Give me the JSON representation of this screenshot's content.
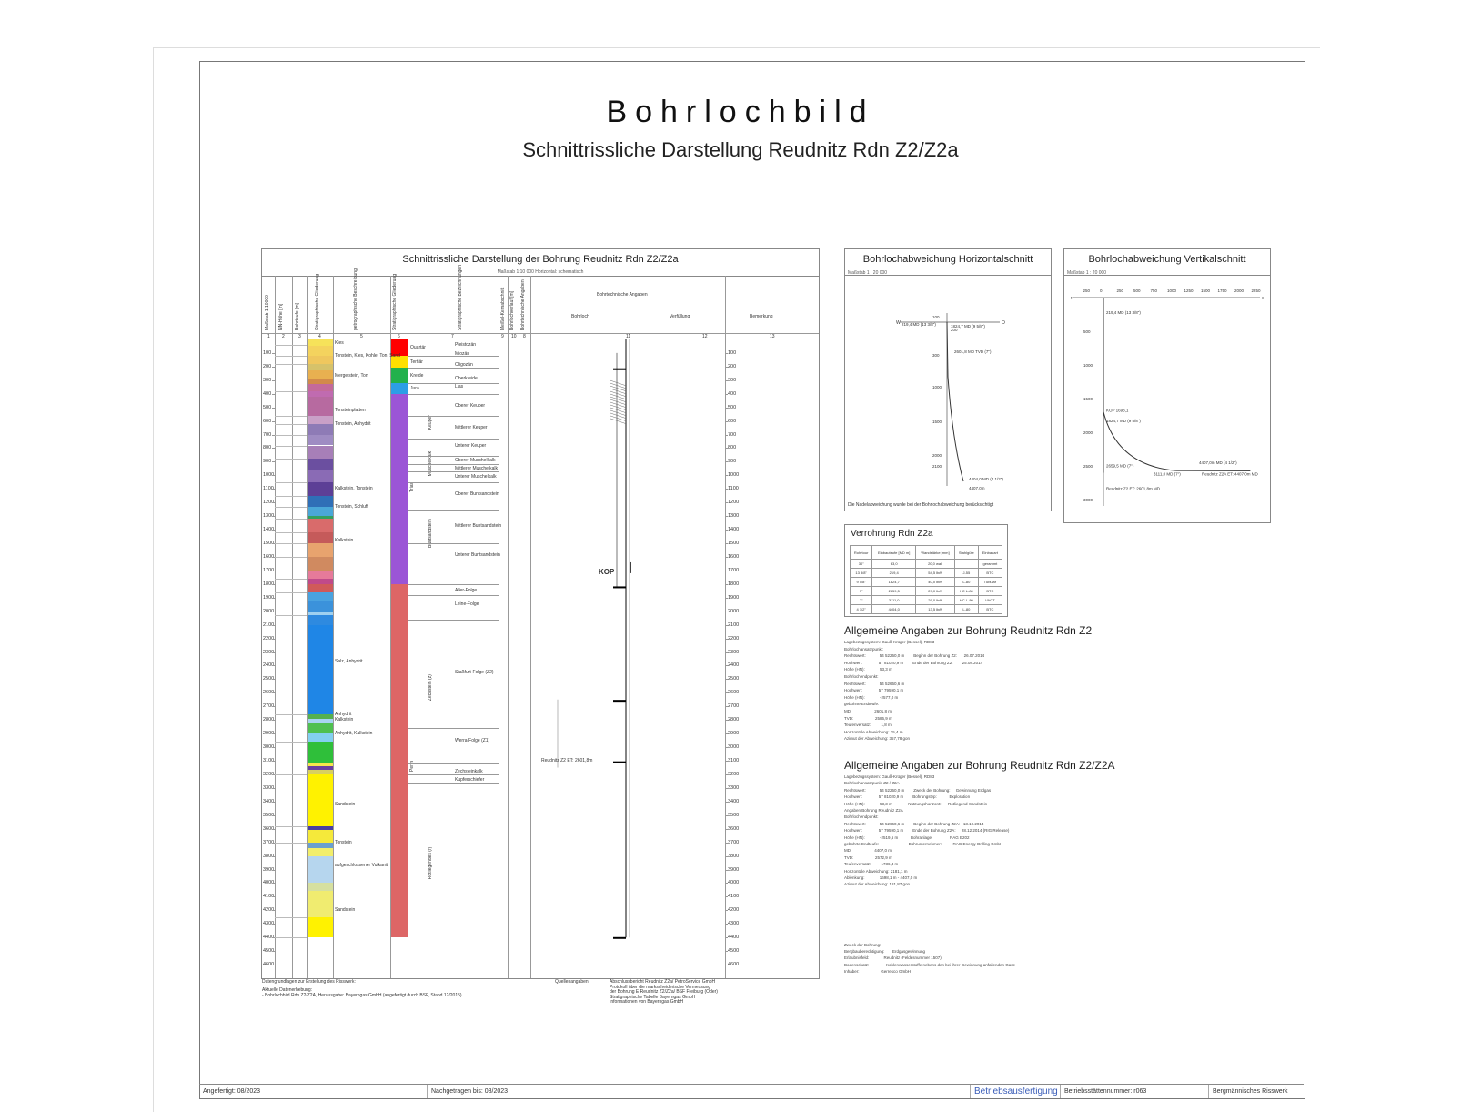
{
  "document": {
    "title": "Bohrlochbild",
    "subtitle": "Schnittrissliche Darstellung Reudnitz  Rdn Z2/Z2a"
  },
  "profile_panel": {
    "title": "Schnittrissliche  Darstellung der Bohrung Reudnitz  Rdn Z2/Z2a",
    "scale": "Maßstab 1:10 000   Horizontal: schematisch",
    "column_headers": [
      "Maßstab 1:10000",
      "NN-Höhe [m]",
      "Bohrteufe [m]",
      "Stratigraphische Gliederung",
      "petrographische Beschreibung",
      "Stratigraphische Gliederung",
      "Stratigraphische Bezeichnungen",
      "Meißel-Kernabschnitt",
      "Bohrlochverlauf [m]",
      "Bohrtechnische Angaben",
      "Bohrloch",
      "Verfüllung",
      "Bemerkung"
    ],
    "column_numbers": [
      "1",
      "2",
      "3",
      "4",
      "5",
      "6",
      "7",
      "9",
      "10",
      "8",
      "11",
      "12",
      "13"
    ],
    "depth_ticks": [
      "100",
      "200",
      "300",
      "400",
      "500",
      "600",
      "700",
      "800",
      "900",
      "1000",
      "1100",
      "1200",
      "1300",
      "1400",
      "1500",
      "1600",
      "1700",
      "1800",
      "1900",
      "2000",
      "2100",
      "2200",
      "2300",
      "2400",
      "2500",
      "2600",
      "2700",
      "2800",
      "2900",
      "3000",
      "3100",
      "3200",
      "3300",
      "3400",
      "3500",
      "3600",
      "3700",
      "3800",
      "3900",
      "4000",
      "4100",
      "4200",
      "4300",
      "4400",
      "4500",
      "4600"
    ],
    "systems": [
      "Quartär",
      "Tertiär",
      "Kreide",
      "Jura",
      "Trias",
      "Perm"
    ],
    "series_labels": [
      "Keuper",
      "Muschelkalk",
      "Buntsandstein",
      "Zechstein (z)",
      "Rotliegendes (r)"
    ],
    "formations": [
      "Pleistozän",
      "Miozän",
      "Oligozän",
      "Oberkreide",
      "Lias",
      "Oberer Keuper",
      "Mittlerer Keuper",
      "Unterer Keuper",
      "Oberer Muschelkalk",
      "Mittlerer Muschelkalk",
      "Unterer Muschelkalk",
      "Oberer Buntsandstein",
      "Mittlerer Buntsandstein",
      "Unterer Buntsandstein",
      "Aller-Folge",
      "Leine-Folge",
      "Staßfurt-Folge (Z2)",
      "Werra-Folge (Z1)",
      "Zechsteinkalk",
      "Kupferschiefer"
    ],
    "lithology": [
      "Kies",
      "Tonstein, Kies, Kohle, Ton, Sand",
      "Mergelstein, Ton",
      "Tonsteinplatten",
      "Tonstein, Anhydrit",
      "Kalkstein, Tonstein",
      "Tonstein, Schluff",
      "Kalkstein",
      "Salz, Anhydrit",
      "Anhydrit",
      "Kalkstein",
      "Anhydrit, Kalkstein",
      "Sandstein",
      "Tonstein",
      "aufgeschlossener Vulkanit",
      "Sandstein"
    ],
    "kop_label": "KOP",
    "well_label": "Reudnitz Z2 ET: 2601,8m",
    "footer_left_1": "Datengrundlagen zur Erstellung des Risswerk:",
    "footer_left_2": "Aktuelle Datenerhebung:",
    "footer_left_3": "- Bohrlochbild Rdn Z2/Z2A, Herausgabe: Bayerngas GmbH (angefertigt durch BSF, Stand 12/2015)",
    "footer_mid": "Quellenangaben:",
    "footer_sources": [
      "Abschlussbericht Reudnitz Z2a/ PetroService GmbH",
      "Protokoll über die markscheiderische Vermessung",
      "der Bohrung E Reudnitz Z2/Z2a/ BSF Freiburg (Oder)",
      "Stratigraphische Tabelle Bayerngas GmbH",
      "Informationen von Bayerngas GmbH"
    ]
  },
  "horizontal_panel": {
    "title": "Bohrlochabweichung Horizontalschnitt",
    "scale": "Maßstab 1 : 20 000",
    "labels": [
      "219,4 MD (13 3/8\")",
      "1824,7 MD (9 5/8\")",
      "2601,8 MD TVD (7\")",
      "4404,0 MD (4 1/2\")",
      "4407,0m"
    ],
    "axis_ticks": [
      "100",
      "200",
      "300",
      "1000",
      "1500",
      "2000",
      "2100"
    ],
    "compass": [
      "W",
      "O"
    ],
    "note": "Die Nadelabweichung wurde bei der Bohrlochabweichung berücksichtigt"
  },
  "vertical_panel": {
    "title": "Bohrlochabweichung Vertikalschnitt",
    "scale": "Maßstab 1 : 20 000",
    "top_ticks": [
      "250",
      "0",
      "250",
      "500",
      "750",
      "1000",
      "1250",
      "1500",
      "1750",
      "2000",
      "2250"
    ],
    "compass": [
      "N",
      "S"
    ],
    "depth_ticks": [
      "500",
      "1000",
      "1500",
      "2000",
      "2500",
      "3000"
    ],
    "labels": [
      "219,4 MD (13 3/8\")",
      "KOP 1698,1",
      "1824,7 MD (9 5/8\")",
      "2659,5 MD (7\")",
      "3111,0 MD (7\")",
      "4407,0m MD (4 1/2\")",
      "Reudnitz Z2A ET: 4407,0m MD",
      "Reudnitz Z2 ET: 2601,8m MD"
    ]
  },
  "casing": {
    "title": "Verrohrung Rdn Z2a",
    "headers": [
      "Rohrtour",
      "Einbauteufe [MD m]",
      "Wandstärke [mm]",
      "Stahlgüte",
      "Einbauart"
    ],
    "rows": [
      [
        "30\"",
        "63,0",
        "20,0 wall",
        "",
        "gerammt"
      ],
      [
        "13 3/8\"",
        "219,4",
        "54,5 lb/ft",
        "J-55",
        "BTC"
      ],
      [
        "9 5/8\"",
        "1824,7",
        "40,0 lb/ft",
        "L-80",
        "Tubular"
      ],
      [
        "7\"",
        "2659,5",
        "29,0 lb/ft",
        "HC L-80",
        "BTC"
      ],
      [
        "7\"",
        "3111,0",
        "29,0 lb/ft",
        "HC L-80",
        "VAGT"
      ],
      [
        "4 1/2\"",
        "4404,0",
        "13,5 lb/ft",
        "L-80",
        "BTC"
      ]
    ]
  },
  "info_z2": {
    "title": "Allgemeine Angaben zur Bohrung Reudnitz  Rdn Z2",
    "rows": [
      "Lagebezugssystem: Gauß-Krüger (Bessel), RD83",
      "Bohrlochansatzpunkt:",
      "Rechtswert:            54 52260,0 m        Beginn der Bohrung Z2:      26.07.2014",
      "Hochwert:              57 81020,9 m        Ende der Bohrung Z2:        25.08.2014",
      "Höhe (HN):             53,3 m",
      "Bohrlochendpunkt:",
      "Rechtswert:            54 52660,6 m",
      "Hochwert:              57 79590,1 m",
      "Höhe (HN):             -2577,0 m",
      "gebohrte Endteufe:",
      "MD:                    2601,8 m",
      "TVD:                   2586,9 m",
      "Teufenversatz:         1,8 m",
      "Horizontale Abweichung: 25,4 m",
      "Azimut der Abweichung: 357,78 gon"
    ]
  },
  "info_z2a": {
    "title": "Allgemeine Angaben zur Bohrung Reudnitz  Rdn Z2/Z2A",
    "rows": [
      "Lagebezugssystem: Gauß-Krüger (Bessel), RD83",
      "Bohrlochansatzpunkt Z2 / Z2A",
      "Rechtswert:            54 52260,0 m        Zweck der Bohrung:     Gewinnung Erdgas",
      "Hochwert:              57 81020,9 m        Bohrungstyp:           Exploration",
      "Höhe (HN):             53,3 m              Nutzungshorizont:      Rotliegend-Sandstein",
      "Angaben Bohrung Reudnitz Z2A",
      "Bohrlochendpunkt:",
      "Rechtswert:            54 52660,6 m        Beginn der Bohrung Z2A:   13.10.2014",
      "Hochwert:              57 79590,1 m        Ende der Bohrung Z2A:     28.12.2014 (RIG Release)",
      "Höhe (HN):             -2519,6 m           Bohranlage:               RAG E202",
      "gebohrte Endteufe:                          Bohrunternehmer:          RAG Energy Drilling GmbH",
      "MD:                    4407,0 m",
      "TVD:                   2572,9 m",
      "Teufenversatz:         1736,4 m",
      "Horizontale Abweichung: 2181,1 m",
      "Ablenkung:             1698,1 m - 4407,0 m",
      "Azimut der Abweichung: 181,87 gon"
    ]
  },
  "purpose": {
    "rows": [
      "Zweck der Bohrung:",
      "Bergbauberechtigung:       Erdgasgewinnung",
      "Erlaubnisfeld:             Reudnitz (Feldesnummer 1507)",
      "Bodenschatz:               Kohlenwasserstoffe nebens den bei ihrer Gewinnung anfallenden Gase",
      "Inhaber:                   Gerresco GmbH"
    ]
  },
  "footer": {
    "angefertigt": "Angefertigt: 08/2023",
    "nachgetragen": "Nachgetragen bis: 08/2023",
    "betrieb": "Betriebsausfertigung",
    "nummer": "Betriebsstättennummer: r063",
    "risswerk": "Bergmännisches Risswerk"
  }
}
